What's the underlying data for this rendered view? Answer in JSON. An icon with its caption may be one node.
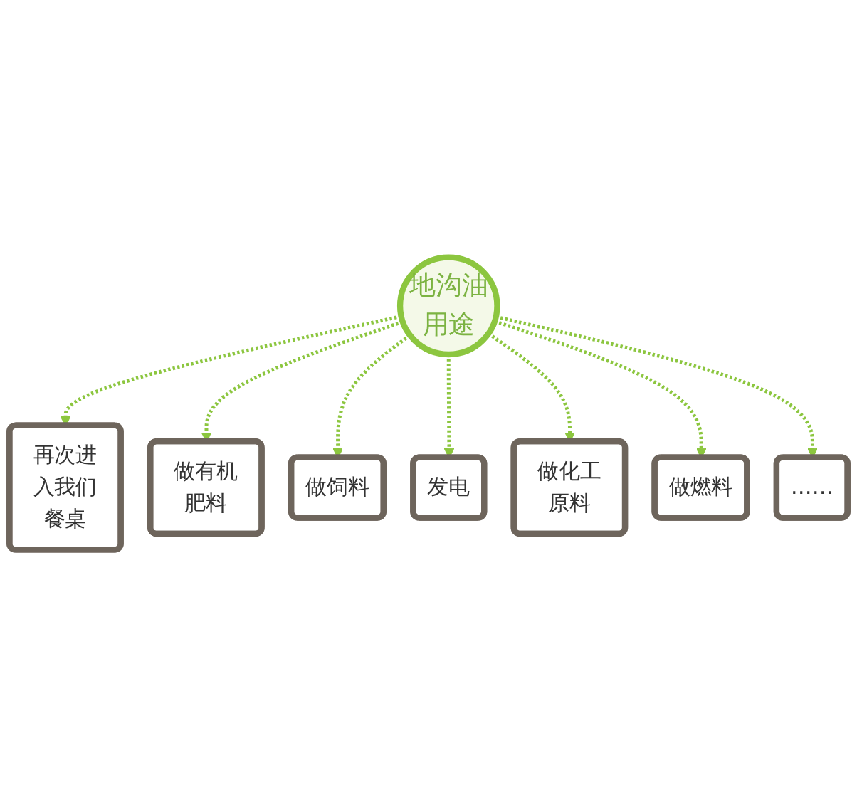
{
  "diagram": {
    "nodes": [
      {
        "text": [
          "地沟油用途"
        ]
      },
      {
        "text": [
          "再次进入我们餐桌"
        ]
      },
      {
        "text": [
          "做有机肥料"
        ]
      },
      {
        "text": [
          "做饲料"
        ]
      },
      {
        "text": [
          "发电"
        ]
      },
      {
        "text": [
          "做化工原料"
        ]
      },
      {
        "text": [
          "做燃料"
        ]
      },
      {
        "text": [
          "……"
        ]
      }
    ],
    "edges": [
      {
        "from": 0,
        "to": 1,
        "arrow": "to",
        "style": "dashed"
      },
      {
        "from": 0,
        "to": 2,
        "arrow": "to",
        "style": "dashed"
      },
      {
        "from": 0,
        "to": 3,
        "arrow": "to",
        "style": "dashed"
      },
      {
        "from": 0,
        "to": 4,
        "arrow": "to",
        "style": "dashed"
      },
      {
        "from": 0,
        "to": 5,
        "arrow": "to",
        "style": "dashed"
      },
      {
        "from": 0,
        "to": 6,
        "arrow": "to",
        "style": "dashed"
      },
      {
        "from": 0,
        "to": 7,
        "arrow": "to",
        "style": "dashed"
      }
    ]
  }
}
